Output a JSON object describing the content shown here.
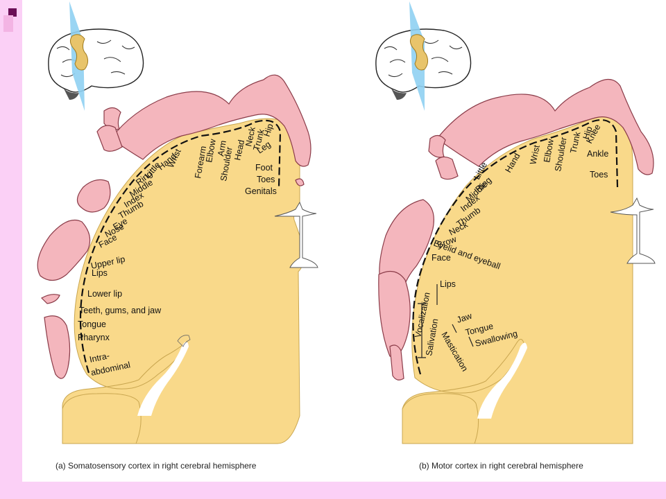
{
  "colors": {
    "page_background": "#fbd0f6",
    "slide_background": "#ffffff",
    "cortex_fill": "#f9d98a",
    "homunculus_fill": "#f4b6bd",
    "homunculus_stroke": "#8a3b48",
    "bullet_dark": "#6a0f57",
    "bullet_light": "#f3b4e4",
    "plane_fill": "#8fd0f2"
  },
  "panel_a": {
    "caption": "(a) Somatosensory cortex in right cerebral hemisphere",
    "labels": {
      "wrist": "Wrist",
      "forearm": "Forearm",
      "elbow": "Elbow",
      "arm": "Arm",
      "shoulder": "Shoulder",
      "head": "Head",
      "neck": "Neck",
      "trunk": "Trunk",
      "hip": "Hip",
      "leg": "Leg",
      "foot": "Foot",
      "toes": "Toes",
      "genitals": "Genitals",
      "hand": "Hand",
      "little": "Little",
      "ring": "Ring",
      "middle": "Middle",
      "index": "Index",
      "thumb": "Thumb",
      "eye": "Eye",
      "nose": "Nose",
      "face": "Face",
      "upper_lip": "Upper lip",
      "lips": "Lips",
      "lower_lip": "Lower lip",
      "teeth": "Teeth, gums, and jaw",
      "tongue": "Tongue",
      "pharynx": "Pharynx",
      "intra": "Intra-",
      "abdominal": "abdominal"
    }
  },
  "panel_b": {
    "caption": "(b) Motor cortex in right cerebral hemisphere",
    "labels": {
      "hand": "Hand",
      "wrist": "Wrist",
      "elbow": "Elbow",
      "shoulder": "Shoulder",
      "trunk": "Trunk",
      "hip": "Hip",
      "knee": "Knee",
      "ankle": "Ankle",
      "toes": "Toes",
      "little": "Little",
      "ring": "Ring",
      "middle": "Middle",
      "index": "Index",
      "thumb": "Thumb",
      "neck": "Neck",
      "brow": "Brow",
      "eyelid": "Eyelid and eyeball",
      "face": "Face",
      "lips": "Lips",
      "vocalization": "Vocalization",
      "salivation": "Salivation",
      "jaw": "Jaw",
      "tongue": "Tongue",
      "swallowing": "Swallowing",
      "mastication": "Mastication"
    }
  }
}
